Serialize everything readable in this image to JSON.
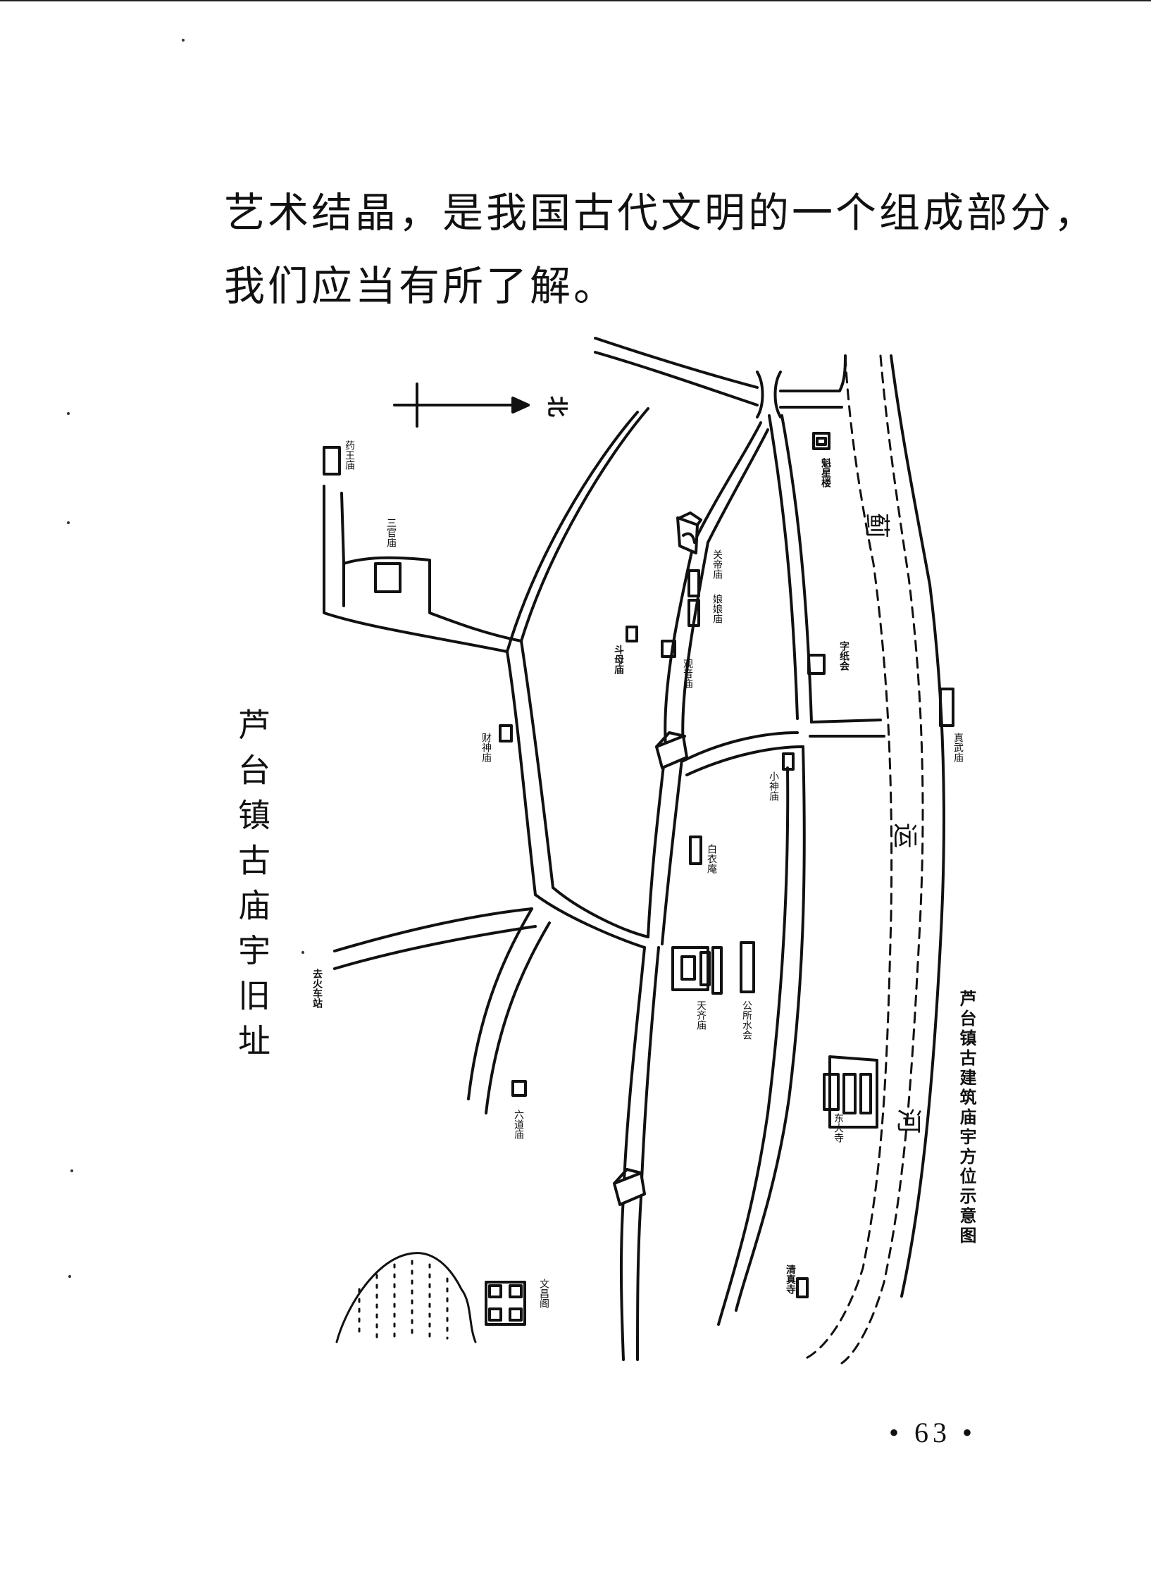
{
  "text": {
    "line1": "艺术结晶，是我国古代文明的一个组成部分，",
    "line2": "我们应当有所了解。"
  },
  "page_number": "• 63 •",
  "map": {
    "main_title": "芦台镇古庙宇旧址",
    "side_title": "芦台镇古建筑庙宇方位示意图",
    "compass_label": "北",
    "river_chars": [
      "蓟",
      "运",
      "河"
    ],
    "labels": {
      "yaowang": "药王庙",
      "sanguan": "三官庙",
      "kuixing": "魁星楼",
      "guandi": "关帝庙",
      "niangniang": "娘娘庙",
      "doumu": "斗母庙",
      "guanyin": "观音庙",
      "zizhi": "字纸会",
      "zhenwu": "真武庙",
      "caishen": "财神庙",
      "xiaoshen": "小神庙",
      "baiyi": "白衣庵",
      "gongsuo": "公所水会",
      "tianqi": "天齐庙",
      "dongda": "东大寺",
      "qu_huochezhan": "去火车站",
      "liudao": "六道庙",
      "wenchang": "文昌阁",
      "qingzhen": "清真寺"
    }
  }
}
